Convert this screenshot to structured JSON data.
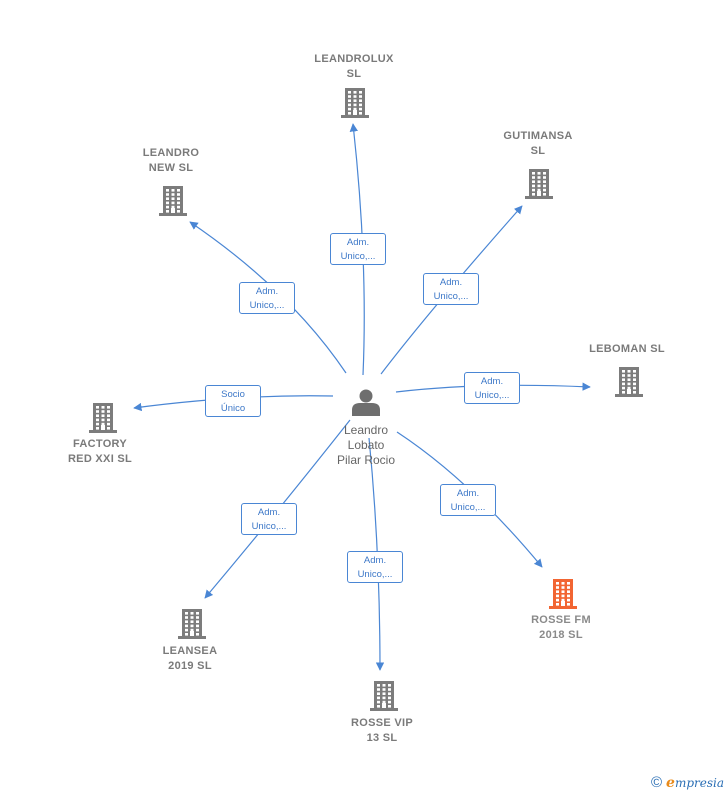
{
  "colors": {
    "edge": "#4a86d4",
    "company": "#7c7c7c",
    "highlight": "#f26532",
    "person": "#6e6e6e"
  },
  "person": {
    "icon": "person-icon",
    "lines": [
      "Leandro",
      "Lobato",
      "Pilar Rocio"
    ]
  },
  "companies": [
    {
      "id": "leandrolux",
      "lines": [
        "LEANDROLUX",
        "SL"
      ],
      "icon": "building-icon",
      "highlight": false
    },
    {
      "id": "gutimansa",
      "lines": [
        "GUTIMANSA",
        "SL"
      ],
      "icon": "building-icon",
      "highlight": false
    },
    {
      "id": "leandro-new",
      "lines": [
        "LEANDRO",
        "NEW  SL"
      ],
      "icon": "building-icon",
      "highlight": false
    },
    {
      "id": "leboman",
      "lines": [
        "LEBOMAN  SL"
      ],
      "icon": "building-icon",
      "highlight": false
    },
    {
      "id": "factory-red-xxi",
      "lines": [
        "FACTORY",
        "RED XXI  SL"
      ],
      "icon": "building-icon",
      "highlight": false
    },
    {
      "id": "rosse-fm-2018",
      "lines": [
        "ROSSE FM",
        "2018  SL"
      ],
      "icon": "building-icon",
      "highlight": true
    },
    {
      "id": "leansea-2019",
      "lines": [
        "LEANSEA",
        "2019  SL"
      ],
      "icon": "building-icon",
      "highlight": false
    },
    {
      "id": "rosse-vip-13",
      "lines": [
        "ROSSE VIP",
        "13  SL"
      ],
      "icon": "building-icon",
      "highlight": false
    }
  ],
  "relations": [
    {
      "target": "leandrolux",
      "lines": [
        "Adm.",
        "Unico,..."
      ]
    },
    {
      "target": "gutimansa",
      "lines": [
        "Adm.",
        "Unico,..."
      ]
    },
    {
      "target": "leandro-new",
      "lines": [
        "Adm.",
        "Unico,..."
      ]
    },
    {
      "target": "leboman",
      "lines": [
        "Adm.",
        "Unico,..."
      ]
    },
    {
      "target": "factory-red-xxi",
      "lines": [
        "Socio",
        "Único"
      ]
    },
    {
      "target": "rosse-fm-2018",
      "lines": [
        "Adm.",
        "Unico,..."
      ]
    },
    {
      "target": "leansea-2019",
      "lines": [
        "Adm.",
        "Unico,..."
      ]
    },
    {
      "target": "rosse-vip-13",
      "lines": [
        "Adm.",
        "Unico,..."
      ]
    }
  ],
  "footer": {
    "copyright_symbol": "©",
    "brand_initial": "e",
    "brand_rest": "mpresia"
  }
}
